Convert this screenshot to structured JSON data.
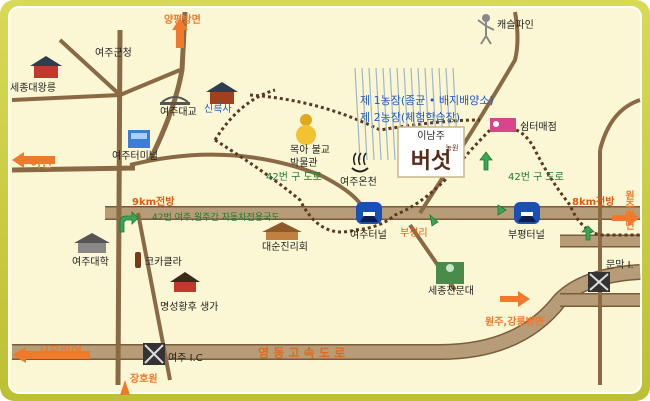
{
  "colors": {
    "frame": "#c9cc3f",
    "map_bg": "#fbf6d4",
    "road": "#b79d77",
    "road_edge": "#7a5c3a",
    "dashed": "#5c3a1e",
    "orange": "#f07a2b",
    "green_text": "#1f7a2e",
    "blue_text": "#2258c9",
    "highway_text": "#e06a1a",
    "dark_text": "#222222",
    "brand": "#5a2a16"
  },
  "direction_labels": {
    "yangpyeong": "양평방면",
    "icheon": "이천",
    "wonju_right": "원주방면",
    "seoul": "서울방면",
    "wonju_gangneung": "원주,강릉방면",
    "janghowon": "장호원"
  },
  "distance_labels": {
    "left_9km": "9km전방",
    "right_8km": "8km전방"
  },
  "road_labels": {
    "route42_new": "42번 여주,원주간 자동차전용국도",
    "route42_old_left": "42번 구 도로",
    "route42_old_right": "42번 구 도로",
    "expressway": "영 동 고 속 도 로"
  },
  "places": {
    "yeoju_office": "여주군청",
    "sejong_tomb": "세종대왕릉",
    "yeoju_bridge": "여주대교",
    "silleuksa": "신륵사",
    "yeoju_terminal": "여주터미널",
    "mokah_museum": "목아 불교\n박물관",
    "yeoju_hotspring": "여주온천",
    "yeoju_tunnel": "여주터널",
    "daesun": "대순진리회",
    "yeoju_univ": "여주대학",
    "kokaklra": "코카클라",
    "myeongseong": "명성황후 생가",
    "yeoju_ic": "여주 I.C",
    "bupyeongri": "부평리",
    "bupyeong_tunnel": "부평터널",
    "sejong_observatory": "세종천문대",
    "munmak": "문막 I.",
    "cashepine": "캐슬파인",
    "shelter": "쉼터매점"
  },
  "farm_info": {
    "line1": "제 1농장(종균 • 배지배양소)",
    "line2": "제 2농장(체험학습장)"
  },
  "brand": {
    "top": "이남주",
    "main": "버섯",
    "sub": "농원"
  }
}
